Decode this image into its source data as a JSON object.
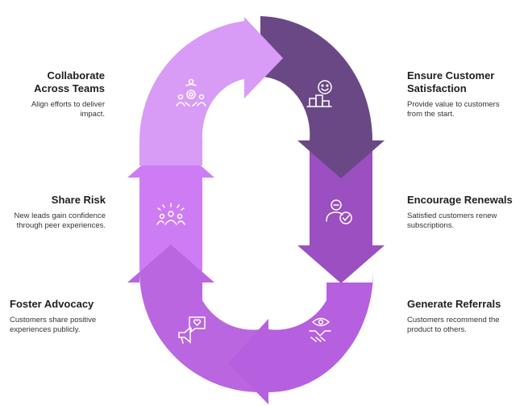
{
  "colors": {
    "collaborate": "#D89CF6",
    "satisfaction": "#6A4886",
    "renewals": "#9B4FC0",
    "referrals": "#B660DF",
    "advocacy": "#BA66E0",
    "share_risk": "#CE7CF4",
    "icon": "#ffffff"
  },
  "steps": {
    "collaborate": {
      "title": "Collaborate Across Teams",
      "desc": "Align efforts to deliver impact.",
      "icon": "team-gear-icon"
    },
    "satisfaction": {
      "title": "Ensure Customer Satisfaction",
      "desc": "Provide value to customers from the start.",
      "icon": "smiley-podium-icon"
    },
    "renewals": {
      "title": "Encourage Renewals",
      "desc": "Satisfied customers renew subscriptions.",
      "icon": "user-check-icon"
    },
    "referrals": {
      "title": "Generate Referrals",
      "desc": "Customers recommend the product to others.",
      "icon": "handshake-eye-icon"
    },
    "advocacy": {
      "title": "Foster Advocacy",
      "desc": "Customers share positive experiences publicly.",
      "icon": "heart-chat-megaphone-icon"
    },
    "share_risk": {
      "title": "Share Risk",
      "desc": "New leads gain confidence through peer experiences.",
      "icon": "group-celebration-icon"
    }
  }
}
